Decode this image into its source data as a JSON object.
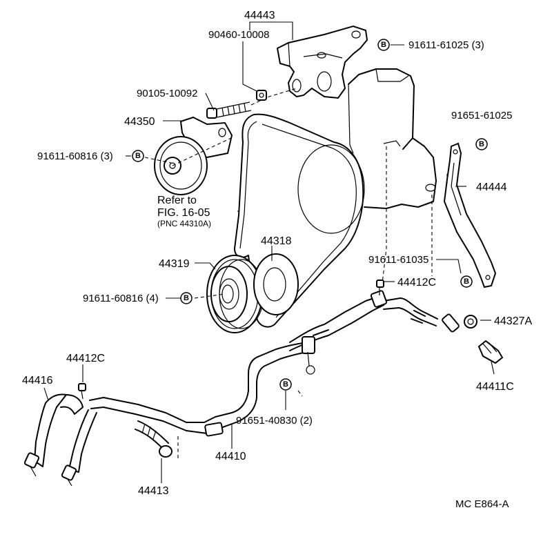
{
  "diagram_id": "MC  E864-A",
  "bolt_marker": "B",
  "labels": {
    "p44443": "44443",
    "p90460": "90460-10008",
    "p91611_61025": "91611-61025 (3)",
    "p90105": "90105-10092",
    "p44350": "44350",
    "p91611_60816_3": "91611-60816 (3)",
    "p91651_61025": "91651-61025",
    "p44444": "44444",
    "refer_line1": "Refer to",
    "refer_line2": "FIG. 16-05",
    "refer_line3": "(PNC 44310A)",
    "p44318": "44318",
    "p44319": "44319",
    "p91611_61035": "91611-61035",
    "p91611_60816_4": "91611-60816 (4)",
    "p44412c_top": "44412C",
    "p44327a": "44327A",
    "p44412c_left": "44412C",
    "p44416": "44416",
    "p44411c": "44411C",
    "p91651_40830": "91651-40830 (2)",
    "p44410": "44410",
    "p44413": "44413"
  }
}
